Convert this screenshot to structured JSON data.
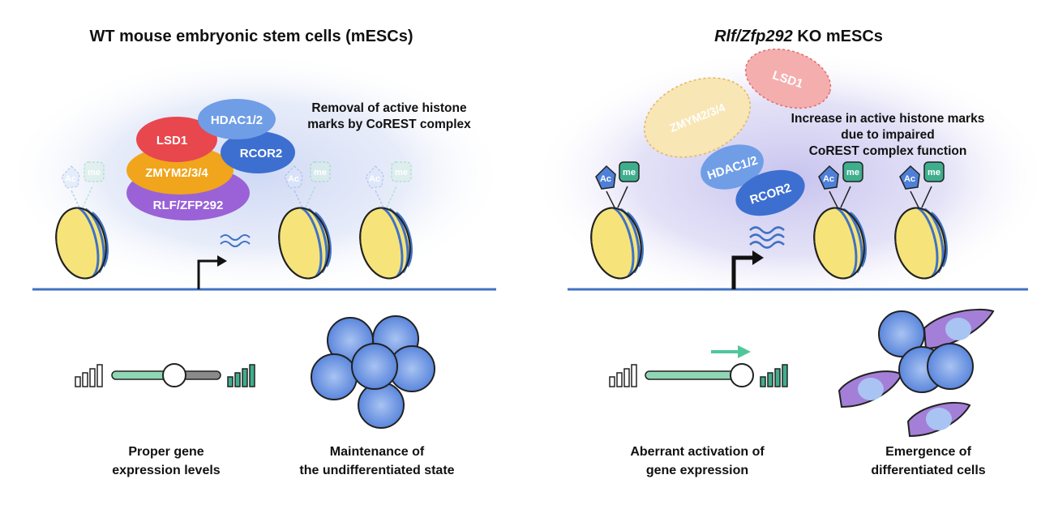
{
  "left_panel": {
    "title": "WT mouse embryonic stem cells (mESCs)",
    "annotation": [
      "Removal of active histone",
      "marks by CoREST complex"
    ],
    "complex": {
      "hdac": "HDAC1/2",
      "lsd1": "LSD1",
      "rcor2": "RCOR2",
      "zmym": "ZMYM2/3/4",
      "rlf": "RLF/ZFP292"
    },
    "marks": {
      "ac": "Ac",
      "me": "me"
    },
    "captions": {
      "expression": [
        "Proper gene",
        "expression levels"
      ],
      "state": [
        "Maintenance of",
        "the undifferentiated state"
      ]
    }
  },
  "right_panel": {
    "title_italic": "Rlf/Zfp292",
    "title_rest": " KO mESCs",
    "annotation": [
      "Increase in active histone marks",
      "due to impaired",
      "CoREST complex function"
    ],
    "complex": {
      "zmym": "ZMYM2/3/4",
      "lsd1": "LSD1",
      "hdac": "HDAC1/2",
      "rcor2": "RCOR2"
    },
    "marks": {
      "ac": "Ac",
      "me": "me"
    },
    "captions": {
      "expression": [
        "Aberrant activation of",
        "gene expression"
      ],
      "cells": [
        "Emergence of",
        "differentiated cells"
      ]
    }
  },
  "colors": {
    "dna": "#3f72c4",
    "nucleosome": "#f6e47a",
    "lsd1": "#e8474e",
    "zmym": "#f0a51c",
    "rlf": "#9a62d6",
    "hdac": "#6f9ee6",
    "rcor2": "#3d6fd0",
    "mark_green": "#3fae8c",
    "mark_blue": "#4f80d8",
    "stem_cell": "#5a86dc",
    "diff_cell": "#a47fd8",
    "slider_green": "#8fd6b4"
  }
}
